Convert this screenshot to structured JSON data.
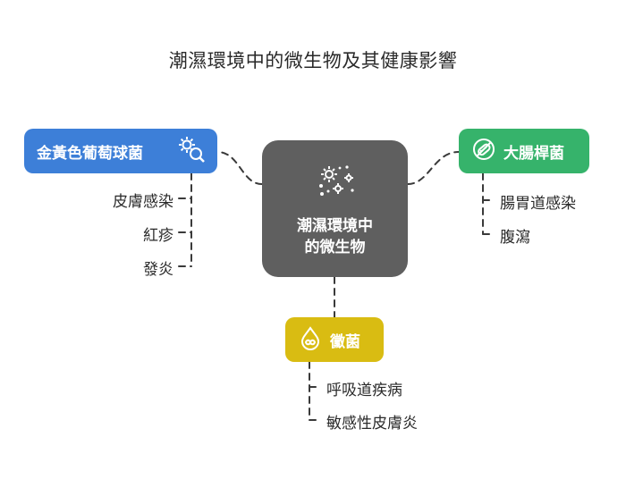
{
  "title": "潮濕環境中的微生物及其健康影響",
  "center": {
    "label_line1": "潮濕環境中",
    "label_line2": "的微生物",
    "icon": "microbes-sparkle-icon"
  },
  "branches": {
    "staph": {
      "label": "金黃色葡萄球菌",
      "icon": "gear-search-icon",
      "color": "#3d7fd8",
      "items": [
        "皮膚感染",
        "紅疹",
        "發炎"
      ]
    },
    "ecoli": {
      "label": "大腸桿菌",
      "icon": "bacteria-icon",
      "color": "#36b36b",
      "items": [
        "腸胃道感染",
        "腹瀉"
      ]
    },
    "mold": {
      "label": "黴菌",
      "icon": "water-drop-icon",
      "color": "#d9bc12",
      "items": [
        "呼吸道疾病",
        "敏感性皮膚炎"
      ]
    }
  }
}
